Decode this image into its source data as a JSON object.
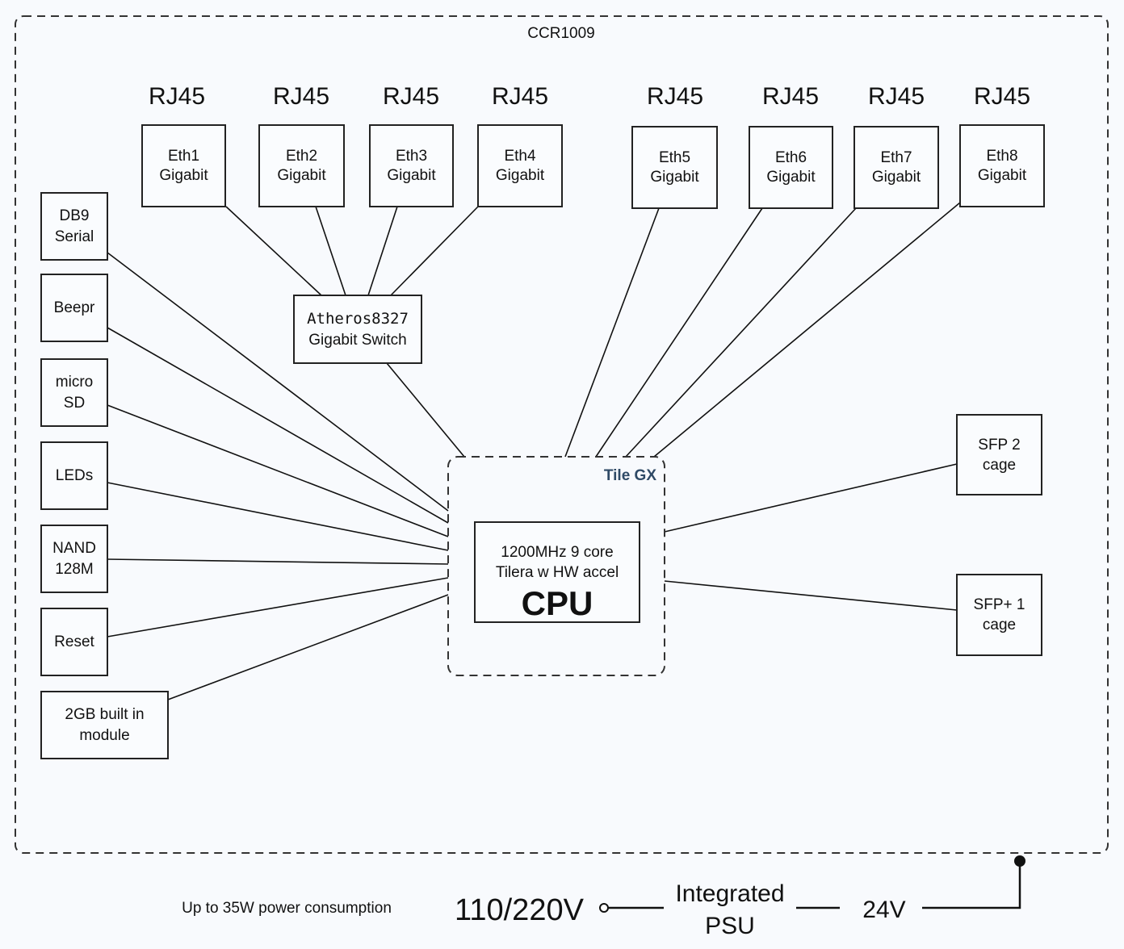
{
  "title": "CCR1009",
  "rj45_label": "RJ45",
  "ethernet_ports": [
    {
      "name": "Eth1",
      "speed": "Gigabit",
      "via": "switch"
    },
    {
      "name": "Eth2",
      "speed": "Gigabit",
      "via": "switch"
    },
    {
      "name": "Eth3",
      "speed": "Gigabit",
      "via": "switch"
    },
    {
      "name": "Eth4",
      "speed": "Gigabit",
      "via": "switch"
    },
    {
      "name": "Eth5",
      "speed": "Gigabit",
      "via": "cpu"
    },
    {
      "name": "Eth6",
      "speed": "Gigabit",
      "via": "cpu"
    },
    {
      "name": "Eth7",
      "speed": "Gigabit",
      "via": "cpu"
    },
    {
      "name": "Eth8",
      "speed": "Gigabit",
      "via": "cpu"
    }
  ],
  "switch": {
    "line1": "Atheros8327",
    "line2": "Gigabit Switch"
  },
  "left_components": [
    {
      "line1": "DB9",
      "line2": "Serial"
    },
    {
      "line1": "Beepr",
      "line2": ""
    },
    {
      "line1": "micro",
      "line2": "SD"
    },
    {
      "line1": "LEDs",
      "line2": ""
    },
    {
      "line1": "NAND",
      "line2": "128M"
    },
    {
      "line1": "Reset",
      "line2": ""
    },
    {
      "line1": "2GB built in",
      "line2": "module"
    }
  ],
  "right_components": [
    {
      "line1": "SFP 2",
      "line2": "cage"
    },
    {
      "line1": "SFP+ 1",
      "line2": "cage"
    }
  ],
  "cpu": {
    "package_label": "Tile GX",
    "line1": "1200MHz 9 core",
    "line2": "Tilera w HW accel",
    "name": "CPU"
  },
  "power": {
    "consumption": "Up to 35W power consumption",
    "input": "110/220V",
    "psu_line1": "Integrated",
    "psu_line2": "PSU",
    "output": "24V"
  }
}
